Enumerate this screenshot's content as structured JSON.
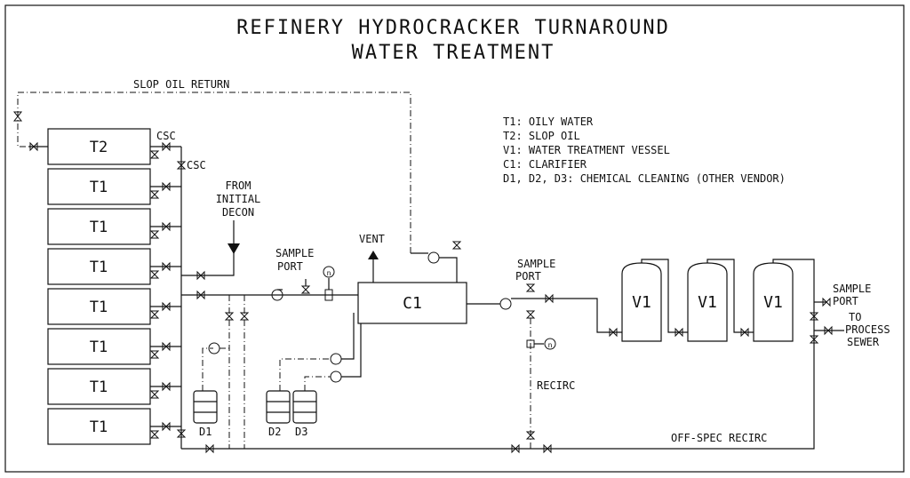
{
  "title": {
    "line1": "REFINERY HYDROCRACKER TURNAROUND",
    "line2": "WATER TREATMENT"
  },
  "legend": {
    "line1": "T1: OILY WATER",
    "line2": "T2: SLOP OIL",
    "line3": "V1: WATER TREATMENT VESSEL",
    "line4": "C1: CLARIFIER",
    "line5": "D1, D2, D3: CHEMICAL CLEANING (OTHER VENDOR)"
  },
  "tanks": [
    "T2",
    "T1",
    "T1",
    "T1",
    "T1",
    "T1",
    "T1",
    "T1"
  ],
  "labels": {
    "slop_oil_return": "SLOP OIL RETURN",
    "csc_top": "CSC",
    "csc_side": "CSC",
    "from1": "FROM",
    "from2": "INITIAL",
    "from3": "DECON",
    "sample1a": "SAMPLE",
    "sample1b": "PORT",
    "vent": "VENT",
    "clarifier": "C1",
    "sample2a": "SAMPLE",
    "sample2b": "PORT",
    "recirc": "RECIRC",
    "offspec": "OFF-SPEC RECIRC",
    "sample3a": "SAMPLE",
    "sample3b": "PORT",
    "to1": "TO",
    "to2": "PROCESS",
    "to3": "SEWER",
    "gauge": "n"
  },
  "vessels": [
    "V1",
    "V1",
    "V1"
  ],
  "drums": [
    "D1",
    "D2",
    "D3"
  ]
}
